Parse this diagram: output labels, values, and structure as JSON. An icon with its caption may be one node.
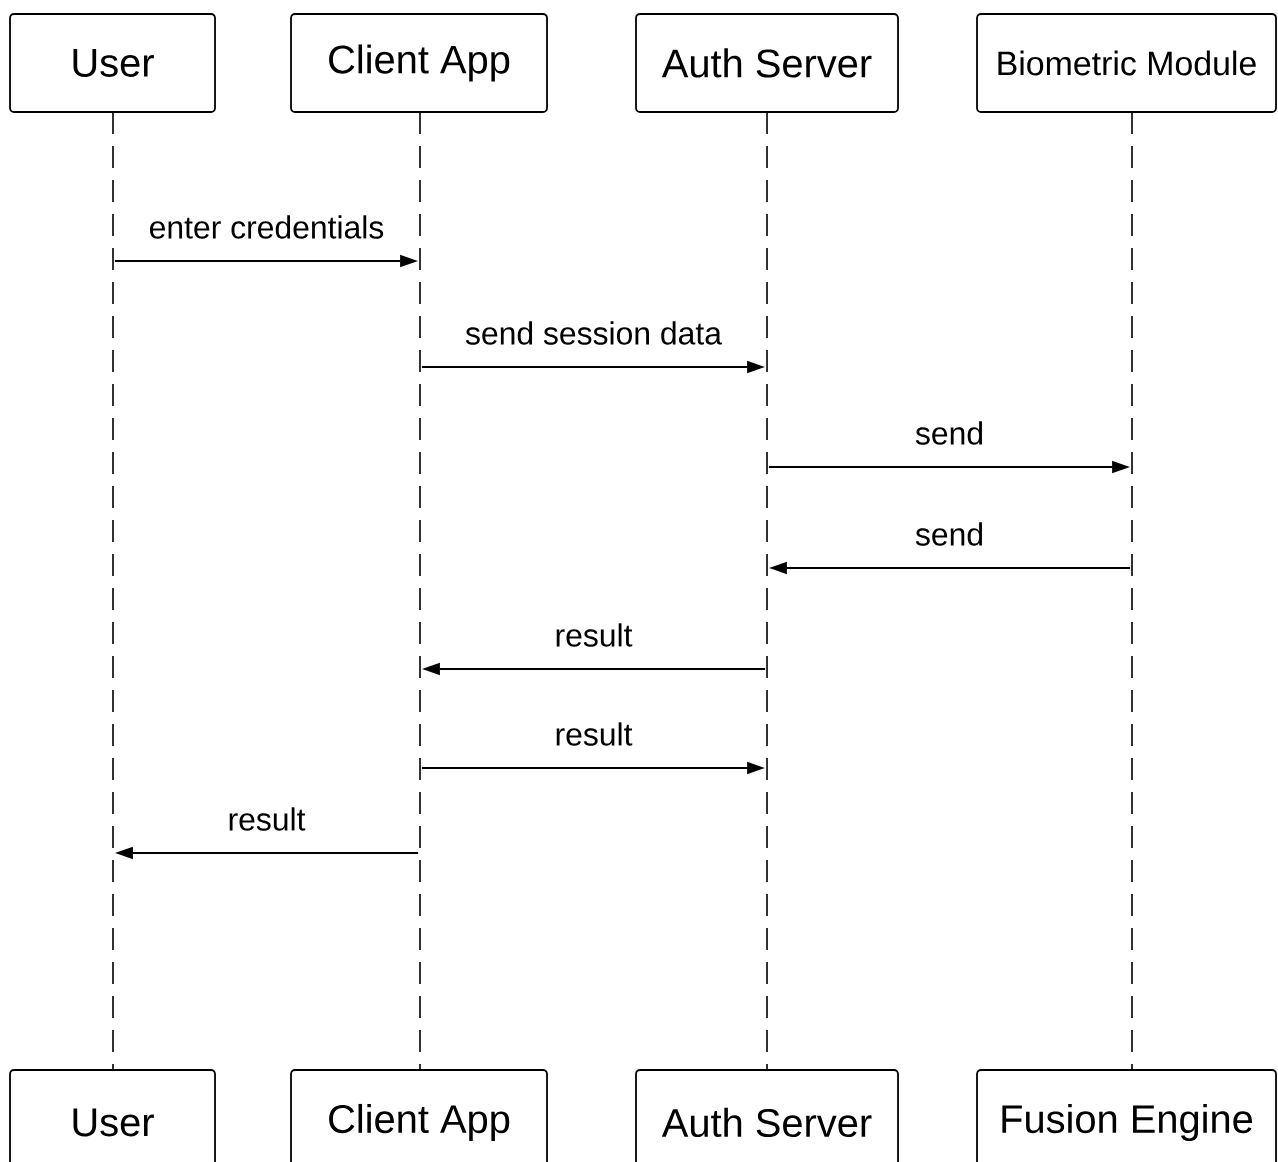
{
  "diagram": {
    "nodes": [
      {
        "text": [
          "User"
        ]
      },
      {
        "text": [
          "Client App"
        ]
      },
      {
        "text": [
          "Auth Server"
        ]
      },
      {
        "text": [
          "Biometric Module"
        ]
      },
      {
        "text": [],
        "shape": "lifeline"
      },
      {
        "text": [],
        "shape": "lifeline"
      },
      {
        "text": [],
        "shape": "lifeline"
      },
      {
        "text": [],
        "shape": "lifeline"
      },
      {
        "text": [
          "User"
        ]
      },
      {
        "text": [
          "Client App"
        ]
      },
      {
        "text": [
          "Auth Server"
        ]
      },
      {
        "text": [
          "Fusion Engine"
        ]
      }
    ],
    "edges": [
      {
        "from": 4,
        "to": 5,
        "arrow": "to",
        "label": "enter credentials"
      },
      {
        "from": 5,
        "to": 6,
        "arrow": "to",
        "label": "send session data"
      },
      {
        "from": 6,
        "to": 7,
        "arrow": "to",
        "label": "send"
      },
      {
        "from": 7,
        "to": 6,
        "arrow": "to",
        "label": "send"
      },
      {
        "from": 6,
        "to": 5,
        "arrow": "to",
        "label": "result"
      },
      {
        "from": 5,
        "to": 6,
        "arrow": "to",
        "label": "result"
      },
      {
        "from": 5,
        "to": 4,
        "arrow": "to",
        "label": "result"
      }
    ]
  }
}
